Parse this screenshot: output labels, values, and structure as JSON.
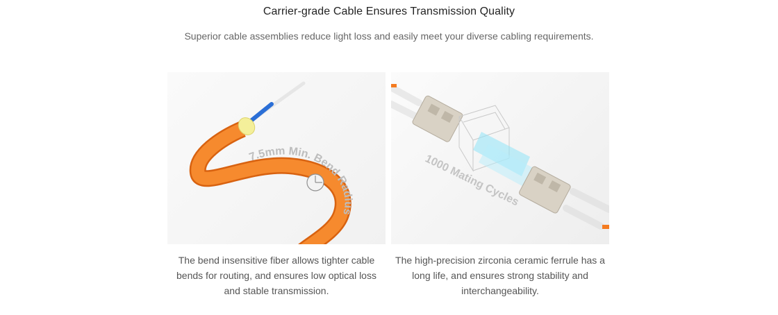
{
  "section": {
    "title": "Carrier-grade Cable Ensures Transmission Quality",
    "subtitle": "Superior cable assemblies reduce light loss and easily meet your diverse cabling requirements."
  },
  "cards": [
    {
      "image_label": "7.5mm Min. Bend Radius",
      "caption": "The bend insensitive fiber allows tighter cable bends for routing, and ensures low optical loss and stable transmission."
    },
    {
      "image_label": "1000 Mating Cycles",
      "caption": "The high-precision zirconia ceramic ferrule has a long life, and ensures strong stability and interchangeability."
    }
  ],
  "colors": {
    "cable_orange": "#f47b20",
    "aramid_yellow": "#f4ef9a",
    "fiber_blue": "#2b6fd6",
    "connector_beige": "#d9d2c5",
    "beam_cyan": "#8fe3f7"
  }
}
